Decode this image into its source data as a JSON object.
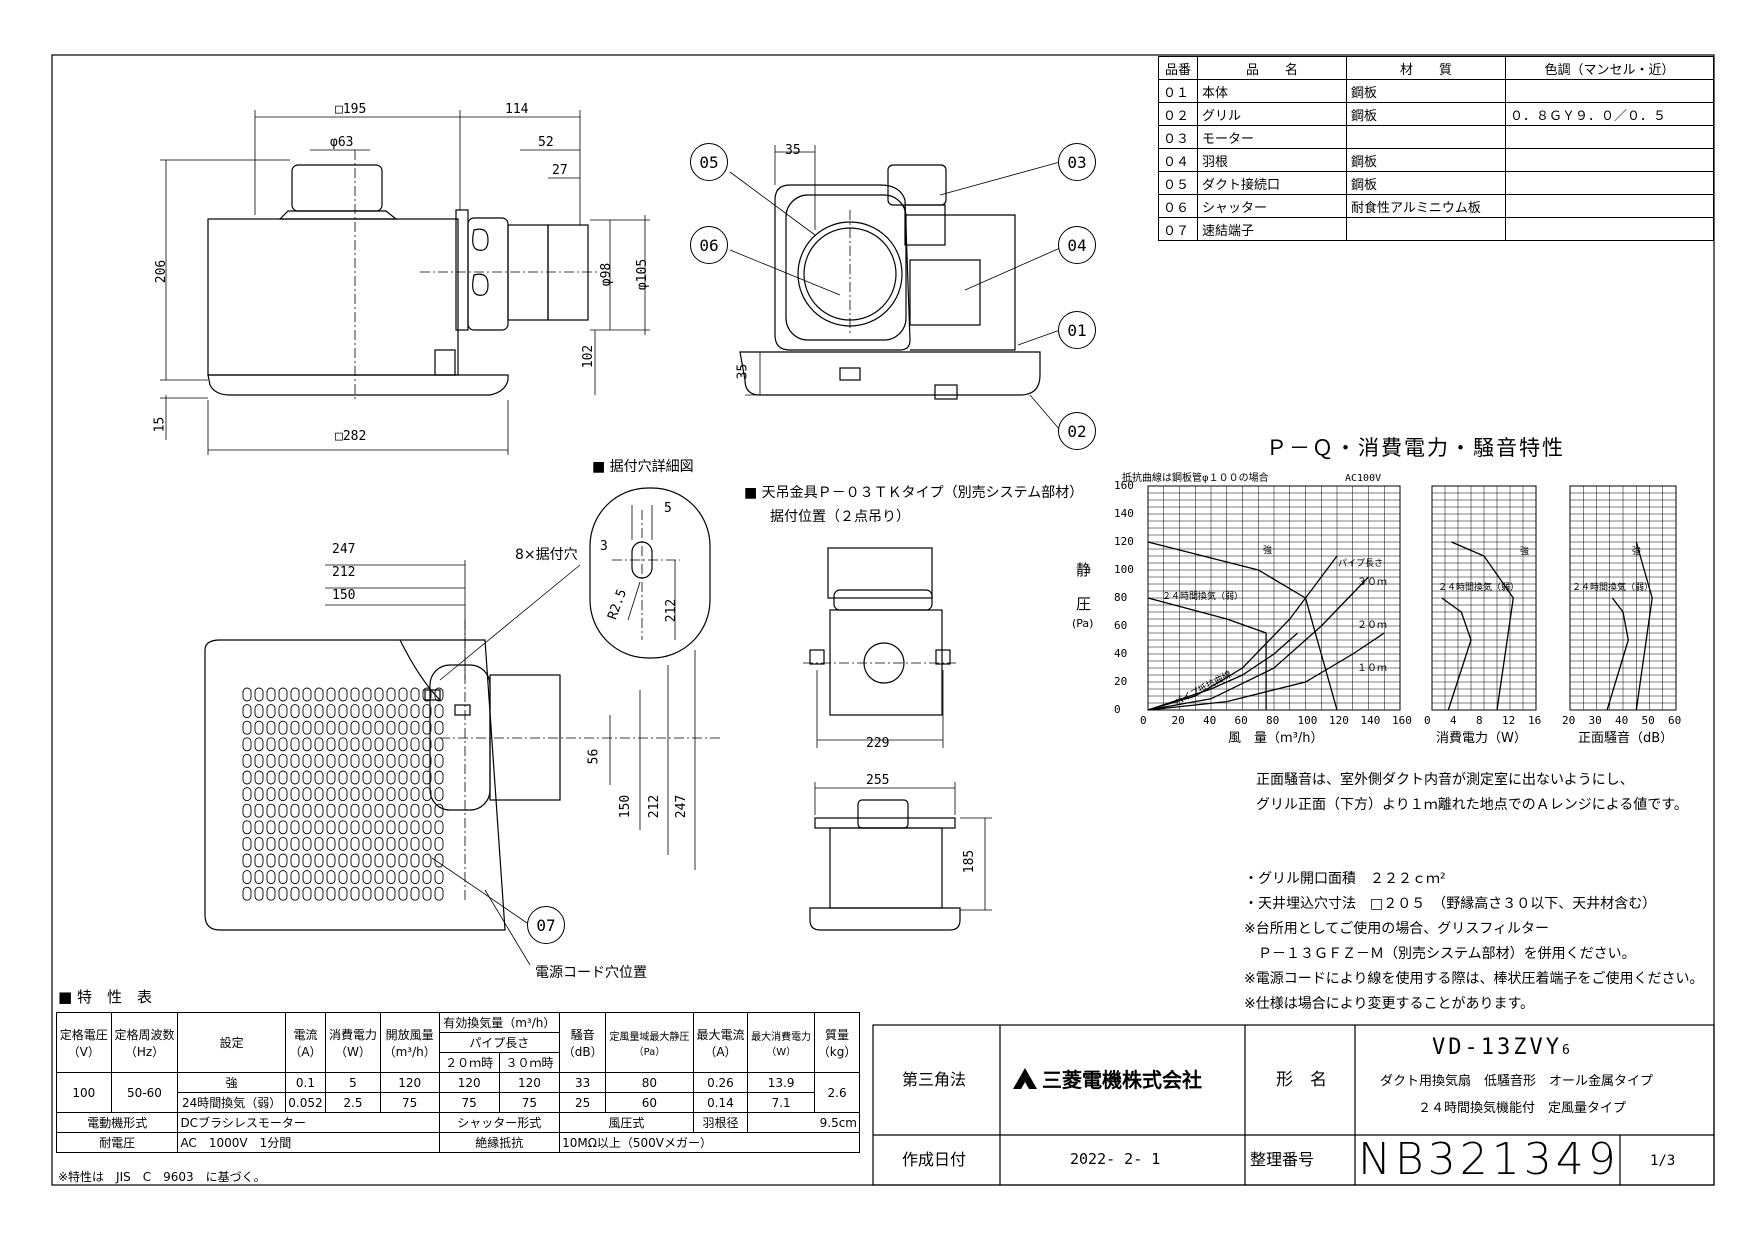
{
  "parts_table": {
    "headers": [
      "品番",
      "品　　名",
      "材　　質",
      "色調（マンセル・近）"
    ],
    "rows": [
      [
        "０１",
        "本体",
        "鋼板",
        ""
      ],
      [
        "０２",
        "グリル",
        "鋼板",
        "０．８ＧＹ９．０／０．５"
      ],
      [
        "０３",
        "モーター",
        "",
        ""
      ],
      [
        "０４",
        "羽根",
        "鋼板",
        ""
      ],
      [
        "０５",
        "ダクト接続口",
        "鋼板",
        ""
      ],
      [
        "０６",
        "シャッター",
        "耐食性アルミニウム板",
        ""
      ],
      [
        "０７",
        "速結端子",
        "",
        ""
      ]
    ]
  },
  "views": {
    "front_dims": [
      "□195",
      "114",
      "φ63",
      "52",
      "27",
      "206",
      "φ98",
      "φ105",
      "102",
      "15",
      "□282"
    ],
    "side_dims": [
      "35",
      "35"
    ],
    "bottom_dims": [
      "247",
      "212",
      "150",
      "56",
      "150",
      "212",
      "247"
    ],
    "mount_hole_label": "8×据付穴",
    "cord_label": "電源コード穴位置",
    "hole_detail_title": "■ 据付穴詳細図",
    "hole_detail_dims": [
      "5",
      "3",
      "R2.5",
      "212"
    ],
    "hanger_title": "■ 天吊金具Ｐ－０３ＴＫタイプ（別売システム部材）",
    "hanger_sub": "据付位置（２点吊り）",
    "hanger_dims": [
      "229",
      "255",
      "185"
    ],
    "part_numbers": [
      "05",
      "06",
      "03",
      "04",
      "01",
      "02",
      "07"
    ]
  },
  "chart_data": [
    {
      "type": "line",
      "title": "Ｐ－Ｑ・消費電力・騒音特性",
      "note": "抵抗曲線は鋼板管φ１００の場合",
      "voltage": "AC100V",
      "xlabel": "風　量（m³/h）",
      "ylabel": "静圧（Pa）",
      "ylabel_top": "静",
      "ylabel_mid": "圧",
      "ylabel_unit": "(Pa)",
      "xlim": [
        0,
        160
      ],
      "ylim": [
        0,
        160
      ],
      "xticks": [
        0,
        20,
        40,
        60,
        80,
        100,
        120,
        140,
        160
      ],
      "yticks": [
        0,
        20,
        40,
        60,
        80,
        100,
        120,
        140,
        160
      ],
      "series": [
        {
          "name": "強",
          "x": [
            0,
            35,
            70,
            100,
            120
          ],
          "y": [
            120,
            110,
            100,
            80,
            0
          ]
        },
        {
          "name": "２４時間換気（弱）",
          "x": [
            0,
            50,
            75,
            75
          ],
          "y": [
            80,
            65,
            55,
            0
          ]
        },
        {
          "name": "パイプ抵抗曲線",
          "x": [
            0,
            40,
            60,
            80,
            95
          ],
          "y": [
            0,
            15,
            25,
            40,
            55
          ]
        }
      ],
      "resistance_curves": [
        {
          "name": "３０ｍ",
          "x": [
            0,
            30,
            60,
            90,
            120
          ],
          "y": [
            0,
            10,
            30,
            65,
            110
          ]
        },
        {
          "name": "２０ｍ",
          "x": [
            0,
            40,
            80,
            110,
            140
          ],
          "y": [
            0,
            8,
            30,
            60,
            95
          ]
        },
        {
          "name": "１０ｍ",
          "x": [
            0,
            50,
            100,
            130,
            150
          ],
          "y": [
            0,
            6,
            20,
            40,
            55
          ]
        }
      ],
      "pipe_label": "パイプ長さ",
      "labels": [
        "強",
        "２４時間換気（弱）",
        "パイプ抵抗曲線",
        "パイプ長さ",
        "３０ｍ",
        "２０ｍ",
        "１０ｍ"
      ]
    },
    {
      "type": "line",
      "xlabel": "消費電力（W）",
      "xlim": [
        0,
        16
      ],
      "xticks": [
        0,
        4,
        8,
        12,
        16
      ],
      "series": [
        {
          "name": "強",
          "x": [
            3,
            8,
            12.5,
            10
          ],
          "y": [
            120,
            110,
            80,
            0
          ]
        },
        {
          "name": "２４時間換気（弱）",
          "x": [
            1.5,
            4.5,
            6,
            2.5
          ],
          "y": [
            80,
            70,
            50,
            0
          ]
        }
      ]
    },
    {
      "type": "line",
      "xlabel": "正面騒音（dB）",
      "xlim": [
        20,
        60
      ],
      "xticks": [
        20,
        30,
        40,
        50,
        60
      ],
      "series": [
        {
          "name": "強",
          "x": [
            45,
            48,
            51,
            45
          ],
          "y": [
            120,
            100,
            80,
            0
          ]
        },
        {
          "name": "２４時間換気（弱）",
          "x": [
            36,
            40,
            42,
            34
          ],
          "y": [
            80,
            70,
            50,
            0
          ]
        }
      ]
    }
  ],
  "noise_note": [
    "正面騒音は、室外側ダクト内音が測定室に出ないようにし、",
    "グリル正面（下方）より１ｍ離れた地点でのＡレンジによる値です。"
  ],
  "notes": [
    "・グリル開口面積　２２２ｃｍ²",
    "・天井埋込穴寸法　□２０５　（野縁高さ３０以下、天井材含む）",
    "※台所用としてご使用の場合、グリスフィルター",
    "　Ｐ－１３ＧＦＺ－Ｍ（別売システム部材）を併用ください。",
    "※電源コードにより線を使用する際は、棒状圧着端子をご使用ください。",
    "※仕様は場合により変更することがあります。"
  ],
  "spec": {
    "title": "■ 特　性　表",
    "h_voltage": "定格電圧",
    "h_voltage_u": "（V）",
    "h_freq": "定格周波数",
    "h_freq_u": "（Hz）",
    "h_setting": "設定",
    "h_current": "電流",
    "h_current_u": "（A）",
    "h_power": "消費電力",
    "h_power_u": "（W）",
    "h_openflow": "開放風量",
    "h_openflow_u": "（m³/h）",
    "h_effflow": "有効換気量（m³/h）",
    "h_pipe": "パイプ長さ",
    "h_20m": "２０ｍ時",
    "h_30m": "３０ｍ時",
    "h_noise": "騒音",
    "h_noise_u": "（dB）",
    "h_sp": "定風量域最大静圧",
    "h_sp_u": "（Pa）",
    "h_maxcur": "最大電流",
    "h_maxcur_u": "（A）",
    "h_maxpow": "最大消費電力",
    "h_maxpow_u": "（W）",
    "h_mass": "質量",
    "h_mass_u": "（kg）",
    "voltage": "100",
    "freq": "50-60",
    "rows": [
      {
        "setting": "強",
        "current": "0.1",
        "power": "5",
        "open": "120",
        "m20": "120",
        "m30": "120",
        "noise": "33",
        "sp": "80",
        "maxcur": "0.26",
        "maxpow": "13.9"
      },
      {
        "setting": "24時間換気（弱）",
        "current": "0.052",
        "power": "2.5",
        "open": "75",
        "m20": "75",
        "m30": "75",
        "noise": "25",
        "sp": "60",
        "maxcur": "0.14",
        "maxpow": "7.1"
      }
    ],
    "mass": "2.6",
    "motor_label": "電動機形式",
    "motor": "DCブラシレスモーター",
    "shutter_label": "シャッター形式",
    "shutter": "風圧式",
    "blade_label": "羽根径",
    "blade": "9.5cm",
    "withstand_label": "耐電圧",
    "withstand": "AC　1000V　1分間",
    "insul_label": "絶縁抵抗",
    "insul": "10MΩ以上（500Vメガー）",
    "footnote": "※特性は　JIS　C　9603　に基づく。"
  },
  "title_block": {
    "projection": "第三角法",
    "company": "三菱電機株式会社",
    "model_label": "形　名",
    "model": "VD-13ZVY",
    "model_sub": "6",
    "desc1": "ダクト用換気扇　低騒音形　オール金属タイプ",
    "desc2": "２４時間換気機能付　定風量タイプ",
    "date_label": "作成日付",
    "date": "2022- 2- 1",
    "number_label": "整理番号",
    "number": "NB321349",
    "page": "1/3"
  }
}
